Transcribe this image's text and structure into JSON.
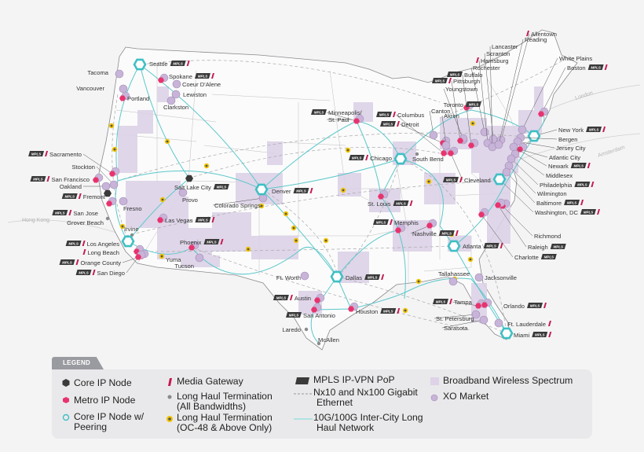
{
  "international_labels": [
    "London",
    "Amsterdam",
    "Hong Kong"
  ],
  "mpls_badge_text": "MPLS",
  "colors": {
    "peering": "#3fbfc4",
    "metro": "#e8336e",
    "core": "#3a3a3a",
    "xo_market": "#c8b4d8",
    "broadband": "#ddd2e8",
    "lht_yellow": "#f2c400",
    "gateway": "#c6194f",
    "route": "#5cc8cb"
  },
  "cities": [
    {
      "name": "Seattle",
      "marker": "peering",
      "mpls": true,
      "gateway": true
    },
    {
      "name": "Tacoma",
      "marker": "xo"
    },
    {
      "name": "Vancouver",
      "marker": "xo"
    },
    {
      "name": "Portland",
      "marker": "metro"
    },
    {
      "name": "Spokane",
      "marker": "metro",
      "mpls": true,
      "gateway": true
    },
    {
      "name": "Coeur D'Alene",
      "marker": "xo"
    },
    {
      "name": "Lewiston",
      "marker": "xo"
    },
    {
      "name": "Clarkston",
      "marker": "xo"
    },
    {
      "name": "Sacramento",
      "marker": "metro",
      "mpls": true,
      "gateway": true
    },
    {
      "name": "Stockton",
      "marker": "xo"
    },
    {
      "name": "San Francisco",
      "marker": "metro",
      "mpls": true,
      "gateway": true
    },
    {
      "name": "Oakland",
      "marker": "xo"
    },
    {
      "name": "Fremont",
      "marker": "core",
      "mpls": true,
      "gateway": true
    },
    {
      "name": "San Jose",
      "marker": "metro",
      "mpls": true,
      "gateway": true
    },
    {
      "name": "Grover Beach",
      "marker": "lht"
    },
    {
      "name": "Fresno",
      "marker": "xo"
    },
    {
      "name": "Irvine",
      "marker": "lht"
    },
    {
      "name": "Los Angeles",
      "marker": "peering",
      "mpls": true,
      "gateway": true
    },
    {
      "name": "Long Beach",
      "marker": "metro",
      "gateway": true
    },
    {
      "name": "Orange County",
      "marker": "metro",
      "mpls": true,
      "gateway": true
    },
    {
      "name": "San Diego",
      "marker": "metro",
      "mpls": true,
      "gateway": true
    },
    {
      "name": "Salt Lake City",
      "marker": "core",
      "mpls": true
    },
    {
      "name": "Provo",
      "marker": "xo"
    },
    {
      "name": "Las Vegas",
      "marker": "metro",
      "mpls": true,
      "gateway": true
    },
    {
      "name": "Phoenix",
      "marker": "metro",
      "mpls": true,
      "gateway": true
    },
    {
      "name": "Tucson",
      "marker": "xo"
    },
    {
      "name": "Yuma",
      "marker": "lht-oc48"
    },
    {
      "name": "Colorado Springs",
      "marker": "xo"
    },
    {
      "name": "Denver",
      "marker": "peering",
      "mpls": true,
      "gateway": true
    },
    {
      "name": "Minneapolis/",
      "marker": "metro",
      "mpls": true
    },
    {
      "name": "St. Paul",
      "marker": "none"
    },
    {
      "name": "Chicago",
      "marker": "peering",
      "mpls": true,
      "gateway": true
    },
    {
      "name": "South Bend",
      "marker": "lht"
    },
    {
      "name": "Detroit",
      "marker": "metro",
      "mpls": true,
      "gateway": true
    },
    {
      "name": "Columbus",
      "marker": "metro",
      "mpls": true,
      "gateway": true
    },
    {
      "name": "Canton",
      "marker": "xo"
    },
    {
      "name": "Akron",
      "marker": "xo"
    },
    {
      "name": "Cleveland",
      "marker": "metro",
      "mpls": true,
      "gateway": true
    },
    {
      "name": "Toronto",
      "marker": "metro",
      "mpls": true
    },
    {
      "name": "Youngstown",
      "marker": "xo"
    },
    {
      "name": "Pittsburgh",
      "marker": "metro",
      "mpls": true,
      "gateway": true
    },
    {
      "name": "Buffalo",
      "marker": "metro",
      "mpls": true
    },
    {
      "name": "Rochester",
      "marker": "xo"
    },
    {
      "name": "Harrisburg",
      "marker": "xo",
      "gateway": true
    },
    {
      "name": "Scranton",
      "marker": "xo"
    },
    {
      "name": "Lancaster",
      "marker": "xo"
    },
    {
      "name": "Allentown",
      "marker": "xo",
      "gateway": true
    },
    {
      "name": "Reading",
      "marker": "xo"
    },
    {
      "name": "White Plains",
      "marker": "xo"
    },
    {
      "name": "Boston",
      "marker": "metro",
      "mpls": true,
      "gateway": true
    },
    {
      "name": "New York",
      "marker": "peering",
      "mpls": true,
      "gateway": true
    },
    {
      "name": "Bergen",
      "marker": "xo"
    },
    {
      "name": "Jersey City",
      "marker": "xo"
    },
    {
      "name": "Atlantic City",
      "marker": "metro"
    },
    {
      "name": "Newark",
      "marker": "xo",
      "mpls": true,
      "gateway": true
    },
    {
      "name": "Middlesex",
      "marker": "xo"
    },
    {
      "name": "Philadelphia",
      "marker": "xo",
      "mpls": true,
      "gateway": true
    },
    {
      "name": "Wilmington",
      "marker": "xo"
    },
    {
      "name": "Baltimore",
      "marker": "xo",
      "mpls": true,
      "gateway": true
    },
    {
      "name": "Washington, DC",
      "marker": "peering",
      "mpls": true,
      "gateway": true
    },
    {
      "name": "Richmond",
      "marker": "metro"
    },
    {
      "name": "Raleigh",
      "marker": "metro",
      "mpls": true
    },
    {
      "name": "Charlotte",
      "marker": "metro",
      "mpls": true
    },
    {
      "name": "Atlanta",
      "marker": "peering",
      "mpls": true,
      "gateway": true
    },
    {
      "name": "Nashville",
      "marker": "metro",
      "mpls": true,
      "gateway": true
    },
    {
      "name": "Memphis",
      "marker": "metro",
      "mpls": true,
      "gateway": true
    },
    {
      "name": "St. Louis",
      "marker": "metro",
      "mpls": true,
      "gateway": true
    },
    {
      "name": "Ft. Worth",
      "marker": "xo"
    },
    {
      "name": "Dallas",
      "marker": "peering",
      "mpls": true,
      "gateway": true
    },
    {
      "name": "Austin",
      "marker": "metro",
      "mpls": true,
      "gateway": true
    },
    {
      "name": "San Antonio",
      "marker": "metro",
      "mpls": true
    },
    {
      "name": "Houston",
      "marker": "metro",
      "mpls": true,
      "gateway": true
    },
    {
      "name": "Laredo",
      "marker": "lht"
    },
    {
      "name": "McAllen",
      "marker": "lht"
    },
    {
      "name": "Tallahassee",
      "marker": "xo"
    },
    {
      "name": "Jacksonville",
      "marker": "xo"
    },
    {
      "name": "Tampa",
      "marker": "metro",
      "mpls": true,
      "gateway": true
    },
    {
      "name": "Orlando",
      "marker": "metro",
      "mpls": true,
      "gateway": true
    },
    {
      "name": "St. Petersburg",
      "marker": "xo"
    },
    {
      "name": "Sarasota",
      "marker": "xo"
    },
    {
      "name": "Ft. Lauderdale",
      "marker": "xo",
      "gateway": true
    },
    {
      "name": "Miami",
      "marker": "peering",
      "mpls": true,
      "gateway": true
    }
  ],
  "legend": {
    "title": "LEGEND",
    "items": {
      "core_ip_node": "Core IP Node",
      "metro_ip_node": "Metro IP Node",
      "core_peering_1": "Core IP Node w/",
      "core_peering_2": "Peering",
      "media_gateway": "Media Gateway",
      "lht_all_1": "Long Haul Termination",
      "lht_all_2": "(All Bandwidths)",
      "lht_oc48_1": "Long Haul Termination",
      "lht_oc48_2": "(OC-48 & Above Only)",
      "mpls": "MPLS IP-VPN PoP",
      "ethernet_1": "Nx10 and Nx100 Gigabit",
      "ethernet_2": "Ethernet",
      "longhaul_1": "10G/100G Inter-City Long",
      "longhaul_2": "Haul Network",
      "broadband": "Broadband Wireless Spectrum",
      "xo_market": "XO Market"
    }
  }
}
